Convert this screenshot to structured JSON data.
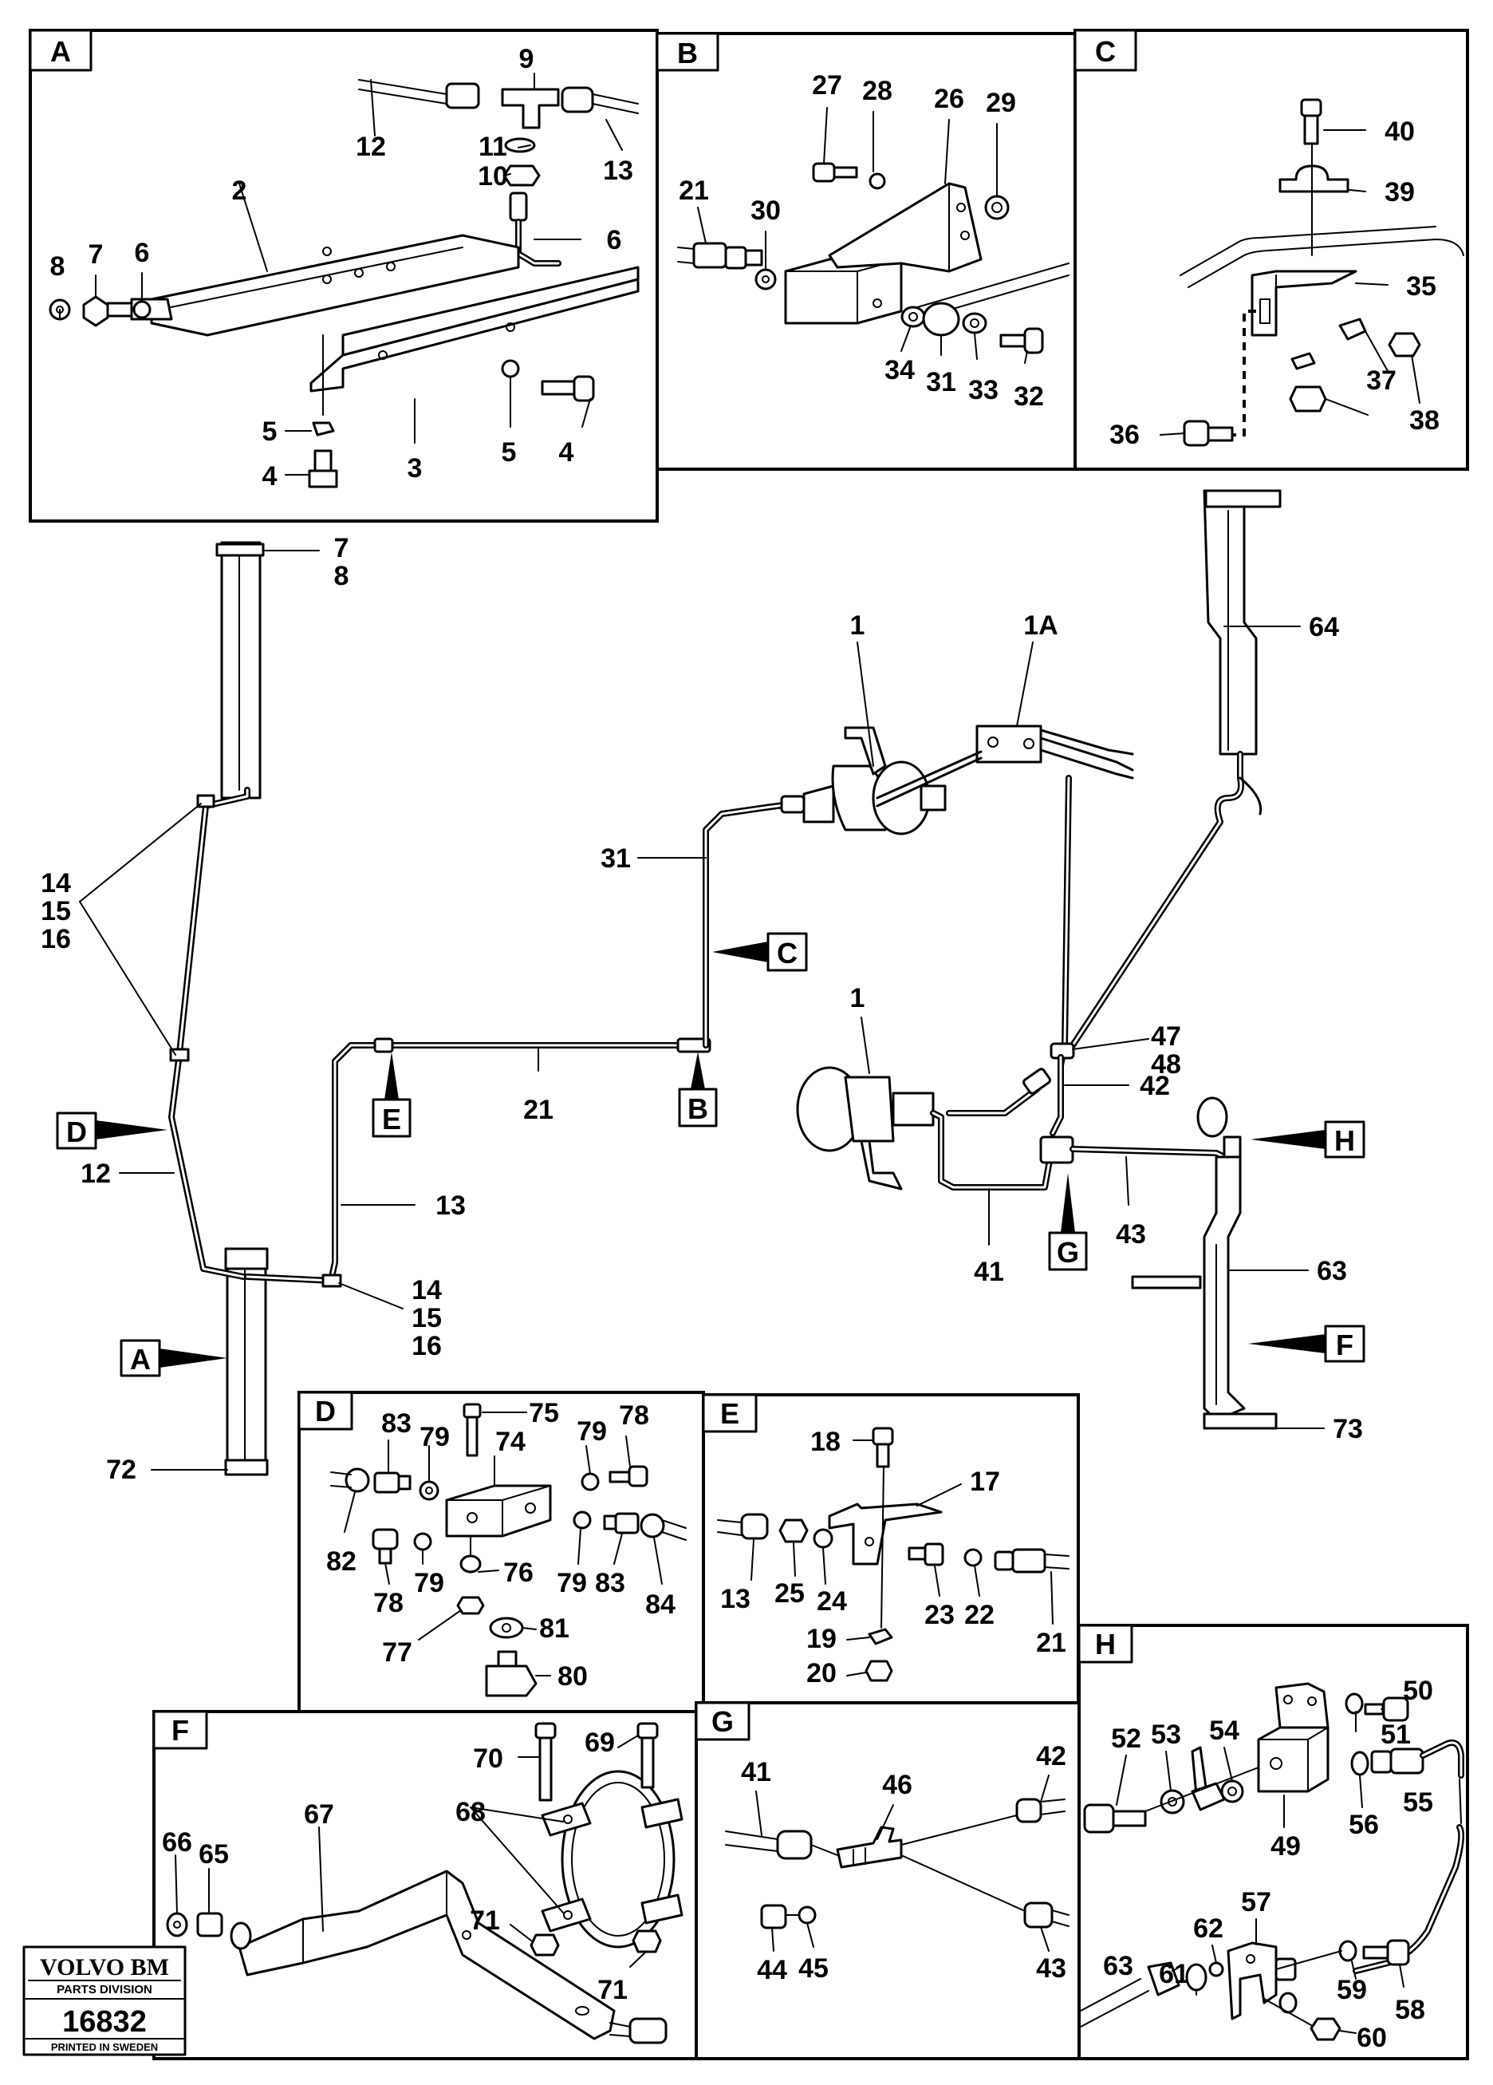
{
  "boxes": [
    {
      "letter": "A"
    },
    {
      "letter": "B"
    },
    {
      "letter": "C"
    },
    {
      "letter": "D"
    },
    {
      "letter": "E"
    },
    {
      "letter": "F"
    },
    {
      "letter": "G"
    },
    {
      "letter": "H"
    }
  ],
  "main_callouts": [
    {
      "letter": "D"
    },
    {
      "letter": "E"
    },
    {
      "letter": "B"
    },
    {
      "letter": "C"
    },
    {
      "letter": "A"
    },
    {
      "letter": "G"
    },
    {
      "letter": "H"
    },
    {
      "letter": "F"
    }
  ],
  "numbers": {
    "A": [
      "9",
      "12",
      "13",
      "11",
      "10",
      "2",
      "6",
      "8",
      "7",
      "6",
      "3",
      "5",
      "5",
      "4",
      "4"
    ],
    "B": [
      "27",
      "28",
      "26",
      "29",
      "21",
      "30",
      "34",
      "31",
      "33",
      "32"
    ],
    "C": [
      "40",
      "39",
      "35",
      "37",
      "38",
      "36"
    ],
    "main": [
      "7",
      "8",
      "14",
      "15",
      "16",
      "12",
      "13",
      "14",
      "15",
      "16",
      "72",
      "31",
      "21",
      "1",
      "1A",
      "64",
      "1",
      "47",
      "48",
      "42",
      "41",
      "43",
      "63",
      "73"
    ],
    "D": [
      "75",
      "78",
      "83",
      "79",
      "74",
      "79",
      "82",
      "78",
      "79",
      "76",
      "79",
      "83",
      "84",
      "77",
      "81",
      "80"
    ],
    "E": [
      "18",
      "17",
      "13",
      "25",
      "24",
      "23",
      "22",
      "21",
      "19",
      "20"
    ],
    "F": [
      "70",
      "69",
      "67",
      "68",
      "66",
      "65",
      "71",
      "71"
    ],
    "G": [
      "41",
      "46",
      "42",
      "44",
      "45",
      "43"
    ],
    "H": [
      "50",
      "52",
      "53",
      "54",
      "51",
      "49",
      "56",
      "55",
      "57",
      "62",
      "63",
      "61",
      "59",
      "58",
      "60"
    ]
  },
  "stamp": {
    "brand": "VOLVO BM",
    "division": "PARTS DIVISION",
    "number": "16832",
    "printed": "PRINTED IN SWEDEN"
  }
}
